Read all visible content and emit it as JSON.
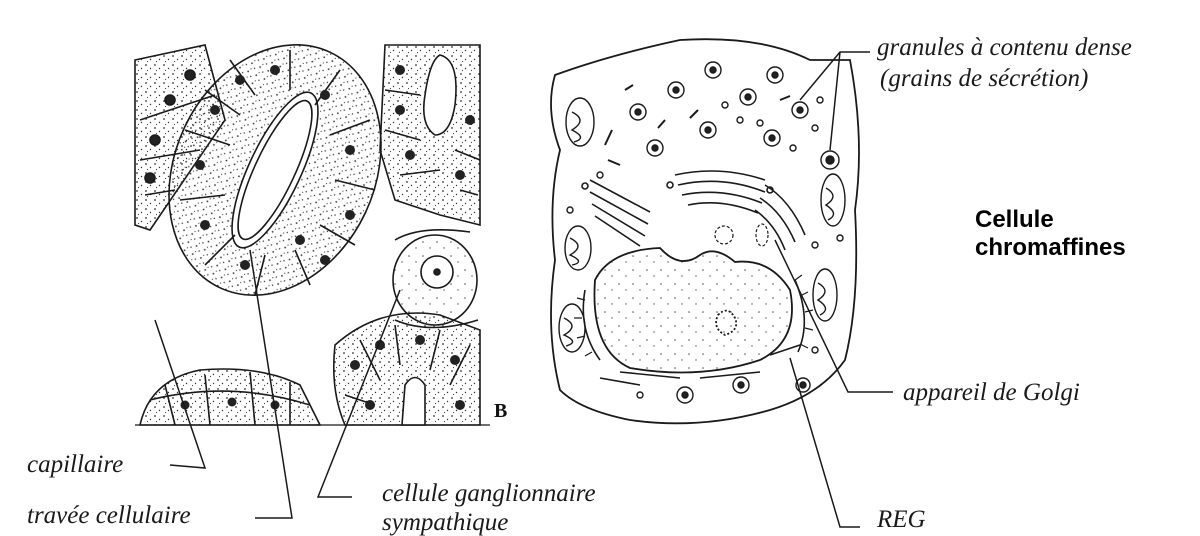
{
  "panel_left": {
    "plate_letter": "B",
    "labels": {
      "capillaire": "capillaire",
      "travee": "travée cellulaire",
      "ganglion_line1": "cellule ganglionnaire",
      "ganglion_line2": "sympathique"
    }
  },
  "panel_right": {
    "title_line1": "Cellule",
    "title_line2": "chromaffines",
    "labels": {
      "granules_line1": "granules à contenu dense",
      "granules_line2": "(grains de sécrétion)",
      "golgi": "appareil de Golgi",
      "reg": "REG"
    }
  },
  "colors": {
    "ink": "#1a1a1a",
    "background": "#ffffff"
  }
}
